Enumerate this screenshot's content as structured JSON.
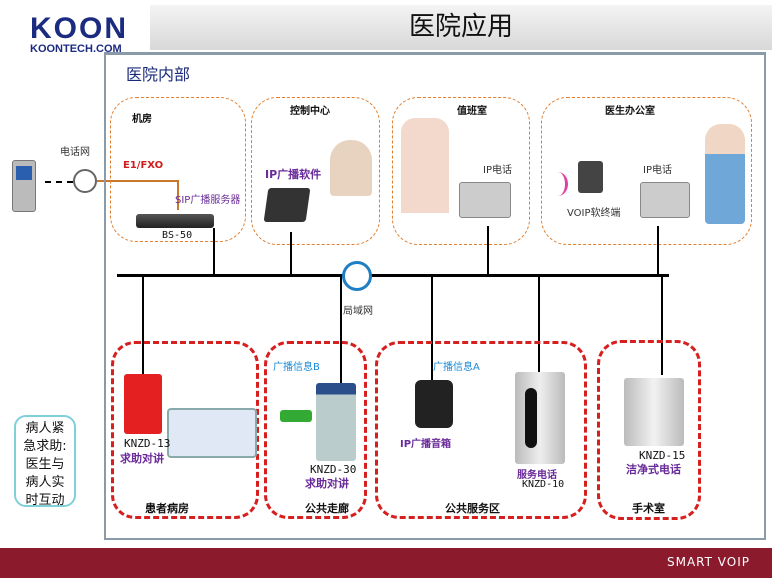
{
  "logo": {
    "mark": "KOON",
    "url_text": "KOONTECH.COM"
  },
  "title": "医院应用",
  "main_title": "医院内部",
  "external": {
    "network": "电话网",
    "link": "E1/FXO"
  },
  "rooms": [
    {
      "name": "机房",
      "device": "SIP广播服务器",
      "model": "BS-50"
    },
    {
      "name": "控制中心",
      "device": "IP广播软件"
    },
    {
      "name": "值班室",
      "device": "IP电话"
    },
    {
      "name": "医生办公室",
      "device": "IP电话",
      "softphone": "VOIP软终端"
    }
  ],
  "lan": "局域网",
  "zones": [
    {
      "name": "患者病房",
      "model": "KNZD-13",
      "device": "求助对讲"
    },
    {
      "name": "公共走廊",
      "info": "广播信息B",
      "model": "KNZD-30",
      "device": "求助对讲"
    },
    {
      "name": "公共服务区",
      "info": "广播信息A",
      "speaker": "IP广播音箱",
      "device": "服务电话",
      "model": "KNZD-10"
    },
    {
      "name": "手术室",
      "model": "KNZD-15",
      "device": "洁净式电话"
    }
  ],
  "callout": [
    "病人紧",
    "急求助:",
    "医生与",
    "病人实",
    "时互动"
  ],
  "footer": "SMART VOIP"
}
